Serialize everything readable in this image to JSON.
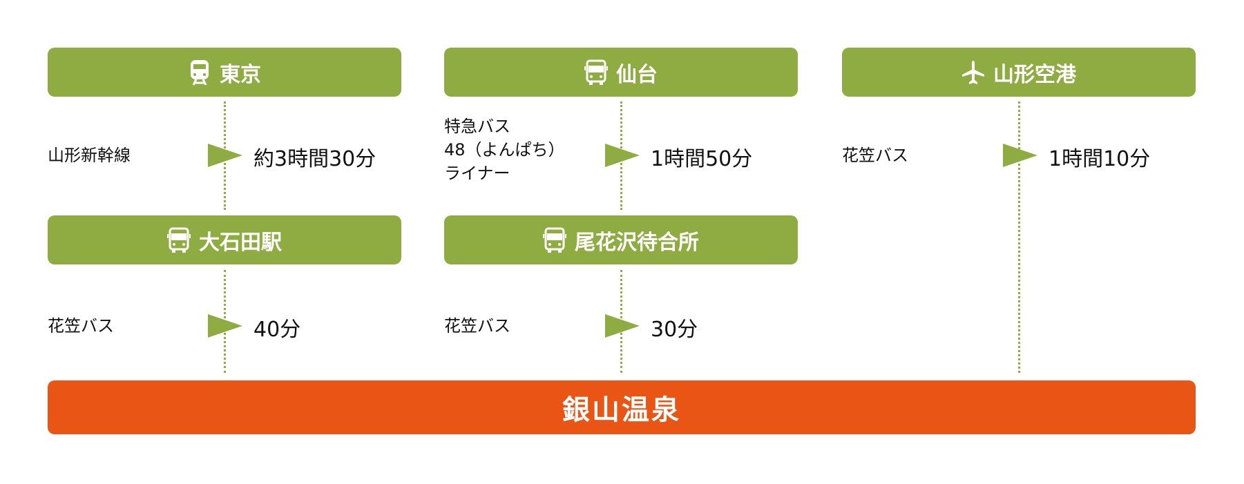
{
  "origins": [
    {
      "name": "東京",
      "icon": "train-icon",
      "method": [
        "山形新幹線"
      ],
      "time": "約3時間30分"
    },
    {
      "name": "仙台",
      "icon": "bus-icon",
      "method": [
        "特急バス",
        "48（よんぱち）",
        "ライナー"
      ],
      "time": "1時間50分"
    },
    {
      "name": "山形空港",
      "icon": "airplane-icon",
      "method": [
        "花笠バス"
      ],
      "time": "1時間10分"
    }
  ],
  "transfers": [
    {
      "name": "大石田駅",
      "icon": "bus-icon",
      "method": [
        "花笠バス"
      ],
      "time": "40分"
    },
    {
      "name": "尾花沢待合所",
      "icon": "bus-icon",
      "method": [
        "花笠バス"
      ],
      "time": "30分"
    }
  ],
  "destination": "銀山温泉",
  "colors": {
    "green": "#8fac42",
    "orange": "#e85514"
  }
}
